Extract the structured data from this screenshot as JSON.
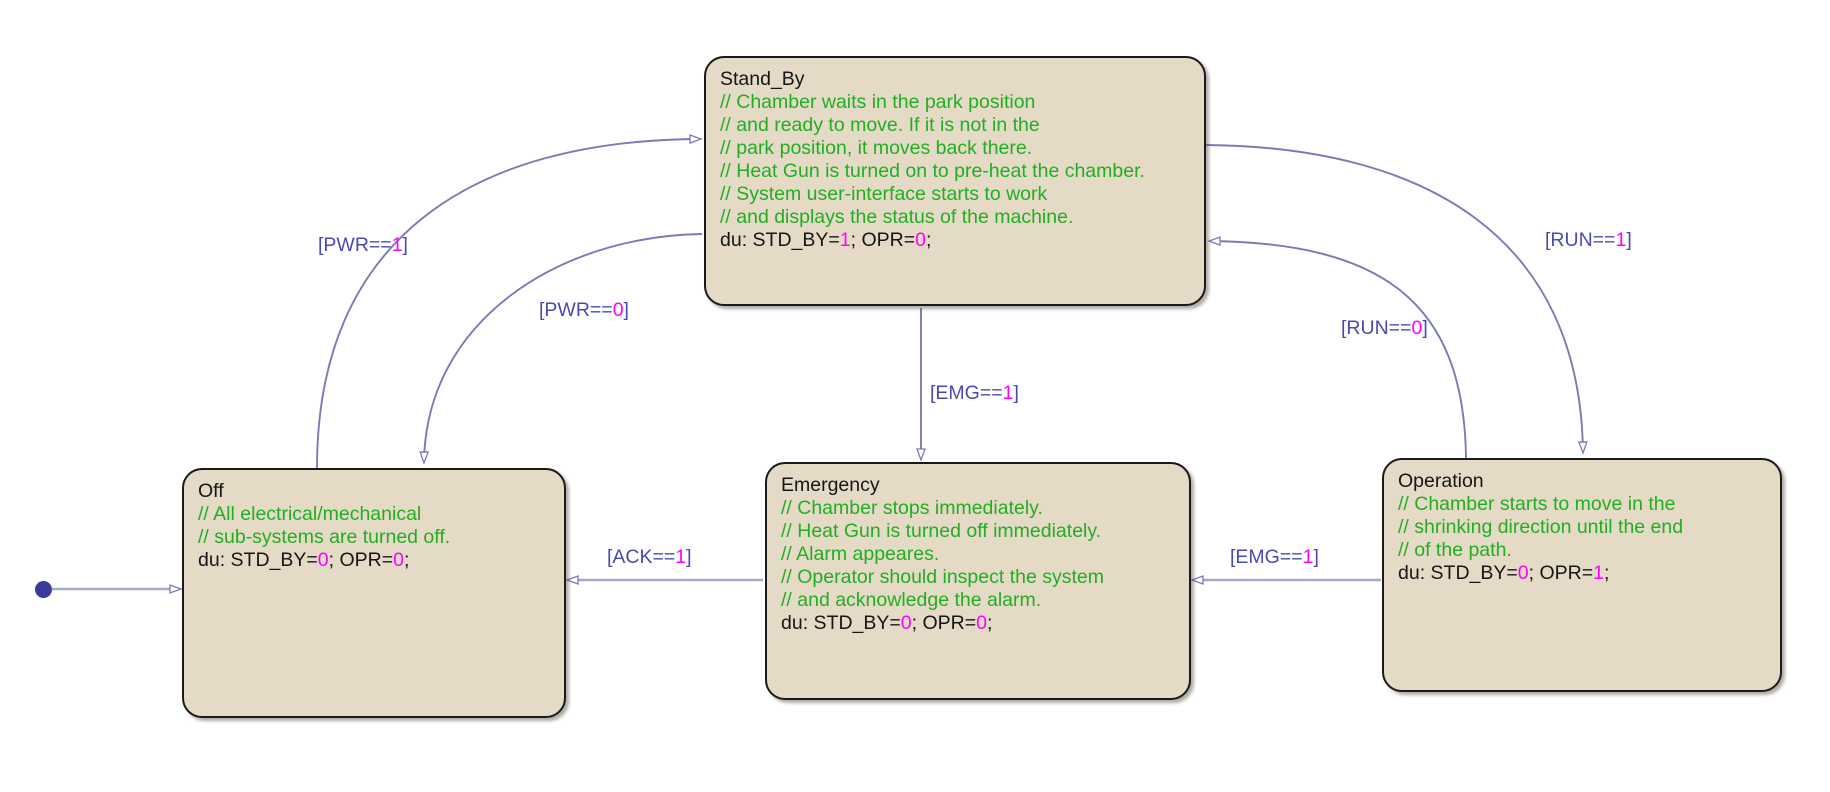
{
  "diagram": {
    "title": "Stateflow chart",
    "background": "#ffffff",
    "state_fill": "#e4dac6",
    "state_border": "#1a1a1a",
    "comment_color": "#21af21",
    "literal_color": "#ff00ff",
    "label_color": "#4a4ab4",
    "edge_color": "#a8a8cc"
  },
  "initial": {
    "marker": "initial-state-dot"
  },
  "states": [
    {
      "id": "stand_by",
      "name": "Stand_By",
      "comments": [
        "// Chamber waits in the park position",
        "// and ready to move. If it is not in the",
        "// park position, it moves back there.",
        "// Heat Gun is turned on to pre-heat the chamber.",
        "// System user-interface starts to work",
        "// and displays the status of the machine."
      ],
      "action_prefix": "du: STD_BY=",
      "action_v1": "1",
      "action_mid": "; OPR=",
      "action_v2": "0",
      "action_suffix": ";"
    },
    {
      "id": "off",
      "name": "Off",
      "comments": [
        "// All electrical/mechanical",
        "// sub-systems are turned off."
      ],
      "action_prefix": "du: STD_BY=",
      "action_v1": "0",
      "action_mid": "; OPR=",
      "action_v2": "0",
      "action_suffix": ";"
    },
    {
      "id": "emergency",
      "name": "Emergency",
      "comments": [
        "// Chamber stops immediately.",
        "// Heat Gun is turned off immediately.",
        "// Alarm appeares.",
        "// Operator should inspect the system",
        "// and acknowledge the alarm."
      ],
      "action_prefix": "du: STD_BY=",
      "action_v1": "0",
      "action_mid": "; OPR=",
      "action_v2": "0",
      "action_suffix": ";"
    },
    {
      "id": "operation",
      "name": "Operation",
      "comments": [
        "// Chamber starts to move in the",
        "// shrinking direction until the end",
        "// of the path."
      ],
      "action_prefix": "du: STD_BY=",
      "action_v1": "0",
      "action_mid": "; OPR=",
      "action_v2": "1",
      "action_suffix": ";"
    }
  ],
  "transitions": [
    {
      "id": "off_to_standby",
      "from": "Off",
      "to": "Stand_By",
      "open": "[PWR==",
      "value": "1",
      "close": "]"
    },
    {
      "id": "standby_to_off",
      "from": "Stand_By",
      "to": "Off",
      "open": "[PWR==",
      "value": "0",
      "close": "]"
    },
    {
      "id": "standby_to_operation",
      "from": "Stand_By",
      "to": "Operation",
      "open": "[RUN==",
      "value": "1",
      "close": "]"
    },
    {
      "id": "operation_to_standby",
      "from": "Operation",
      "to": "Stand_By",
      "open": "[RUN==",
      "value": "0",
      "close": "]"
    },
    {
      "id": "standby_to_emergency",
      "from": "Stand_By",
      "to": "Emergency",
      "open": "[EMG==",
      "value": "1",
      "close": "]"
    },
    {
      "id": "operation_to_emergency",
      "from": "Operation",
      "to": "Emergency",
      "open": "[EMG==",
      "value": "1",
      "close": "]"
    },
    {
      "id": "emergency_to_off",
      "from": "Emergency",
      "to": "Off",
      "open": "[ACK==",
      "value": "1",
      "close": "]"
    }
  ]
}
